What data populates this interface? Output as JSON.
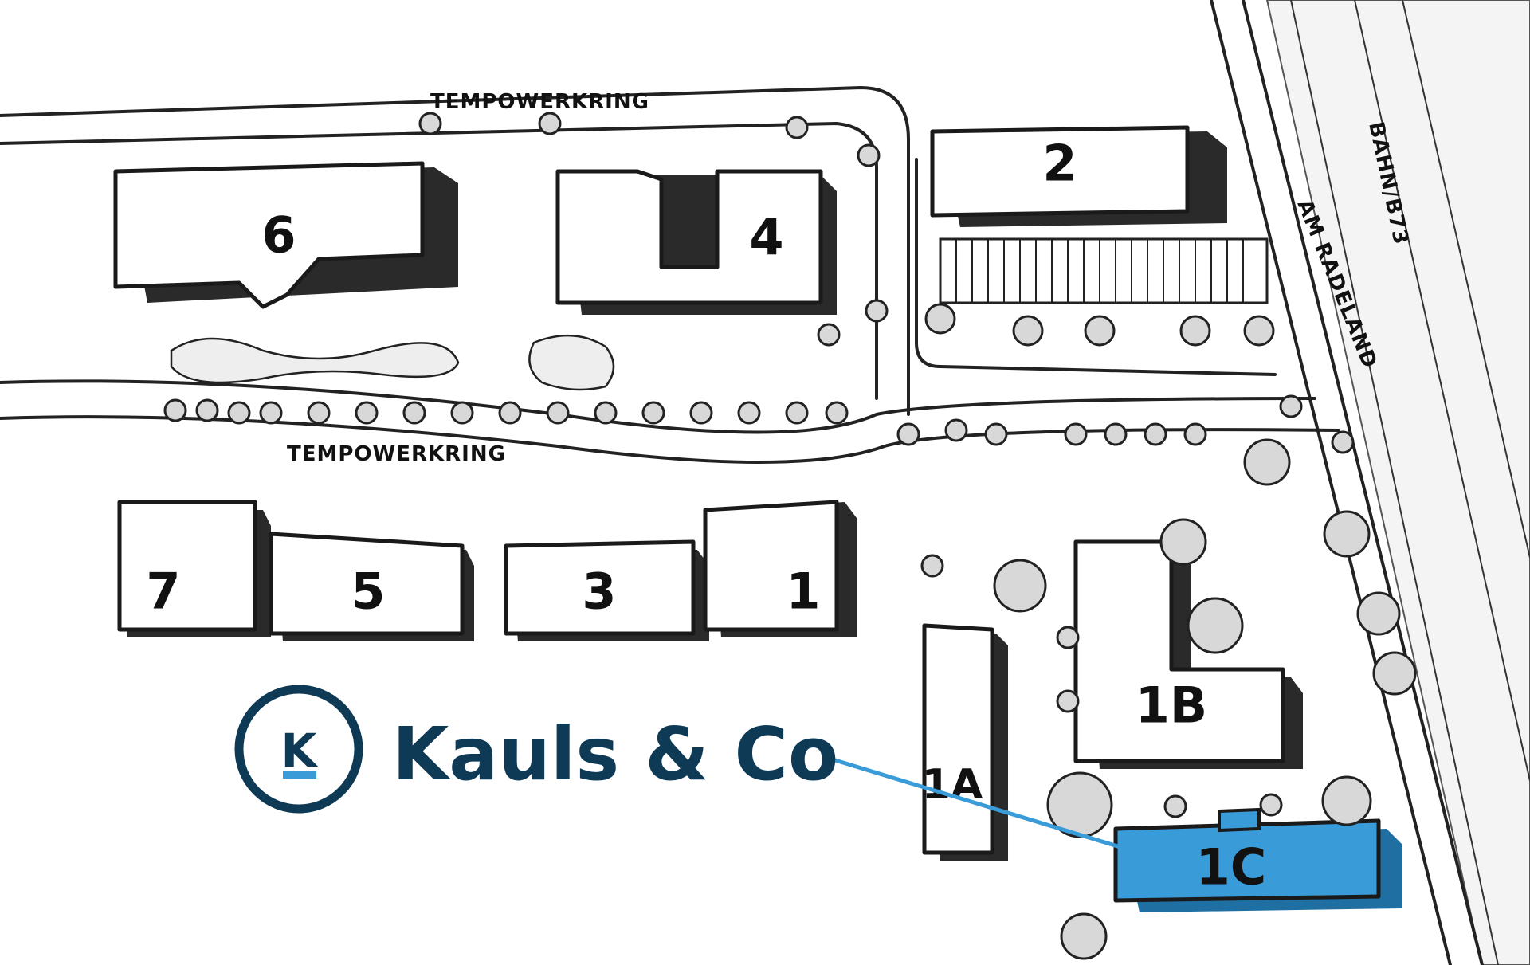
{
  "map": {
    "streets": {
      "tempowerkring_north": "TEMPOWERKRING",
      "tempowerkring_south": "TEMPOWERKRING",
      "am_radeland": "AM RADELAND",
      "bahn_b73": "BAHN/B73"
    },
    "buildings": [
      {
        "id": "b1",
        "label": "1"
      },
      {
        "id": "b2",
        "label": "2"
      },
      {
        "id": "b3",
        "label": "3"
      },
      {
        "id": "b4",
        "label": "4"
      },
      {
        "id": "b5",
        "label": "5"
      },
      {
        "id": "b6",
        "label": "6"
      },
      {
        "id": "b7",
        "label": "7"
      },
      {
        "id": "b1a",
        "label": "1A"
      },
      {
        "id": "b1b",
        "label": "1B"
      },
      {
        "id": "b1c",
        "label": "1C",
        "highlighted": true
      }
    ],
    "logo": {
      "mark": "K",
      "name": "Kauls & Co"
    },
    "colors": {
      "highlight": "#3a9bd9",
      "brand": "#0e3a55",
      "ink": "#1a1a1a"
    }
  }
}
